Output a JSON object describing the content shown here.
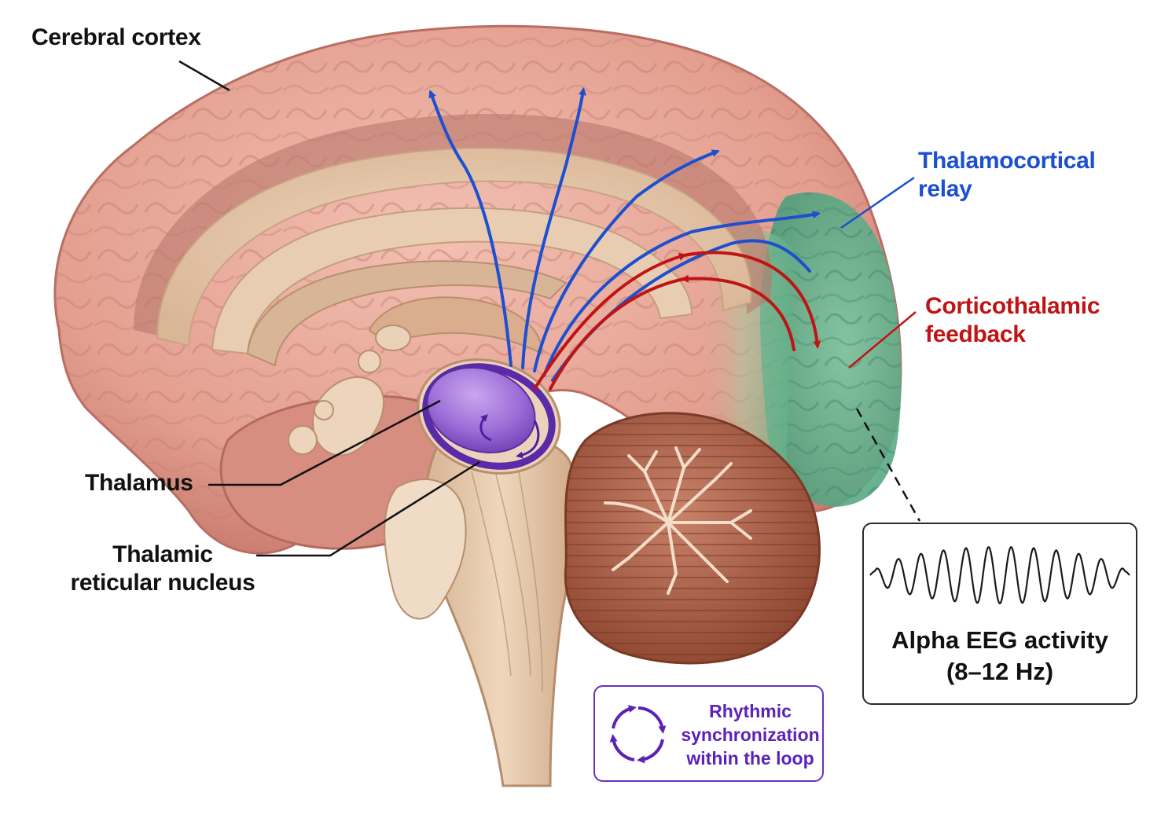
{
  "labels": {
    "cerebral_cortex": "Cerebral cortex",
    "thalamocortical_relay": [
      "Thalamocortical",
      "relay"
    ],
    "corticothalamic_feedback": [
      "Corticothalamic",
      "feedback"
    ],
    "thalamus": "Thalamus",
    "thalamic_reticular_nucleus": [
      "Thalamic",
      "reticular nucleus"
    ]
  },
  "eeg_box": {
    "title": [
      "Alpha EEG activity",
      "(8–12 Hz)"
    ],
    "waveform_icon": "oscillation-wave"
  },
  "sync_box": {
    "icon": "circular-arrows-icon",
    "text": [
      "Rhythmic",
      "synchronization",
      "within the loop"
    ]
  },
  "colors": {
    "relay_blue": "#1d4fd1",
    "feedback_red": "#c01414",
    "thalamus_purple": "#9b6fd6",
    "sync_purple": "#5b22b8",
    "cortex_pink": "#e3a196",
    "occipital_green": "#6dbb98",
    "cerebellum_brown": "#a5573e"
  }
}
